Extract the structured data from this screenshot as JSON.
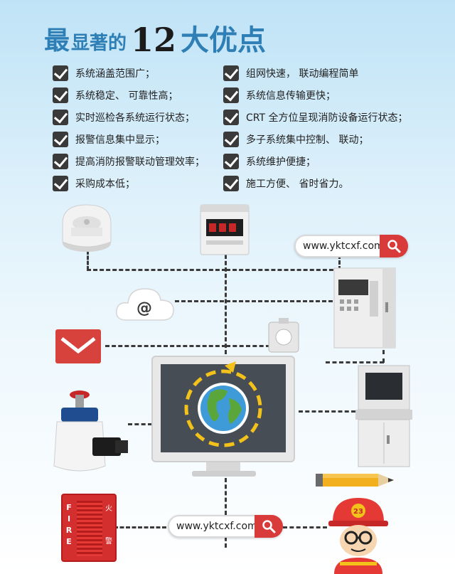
{
  "title": {
    "part1": "最",
    "part2": "显著的",
    "number": "12",
    "part3": "大优点"
  },
  "features_left": [
    "系统涵盖范围广；",
    "系统稳定、 可靠性高；",
    "实时巡检各系统运行状态；",
    "报警信息集中显示；",
    "提高消防报警联动管理效率；",
    "采购成本低；"
  ],
  "features_right": [
    "组网快速， 联动编程简单",
    "系统信息传输更快；",
    "CRT 全方位呈现消防设备运行状态；",
    "多子系统集中控制、 联动；",
    "系统维护便捷；",
    "施工方便、 省时省力。"
  ],
  "url_top": "www.yktcxf.com",
  "url_bottom": "www.yktcxf.com",
  "cloud_symbol": "@",
  "fire_alarm": {
    "fire_letters": [
      "F",
      "I",
      "R",
      "E"
    ],
    "cn_top": "火",
    "cn_bottom": "警"
  },
  "firefighter_badge": "23",
  "colors": {
    "title_blue": "#2f7fb7",
    "search_red": "#d93a3a",
    "globe_yellow": "#f2c21b"
  },
  "icons": [
    "check-icon",
    "search-icon",
    "email-icon",
    "cloud-icon",
    "globe-icon",
    "pencil-icon"
  ]
}
